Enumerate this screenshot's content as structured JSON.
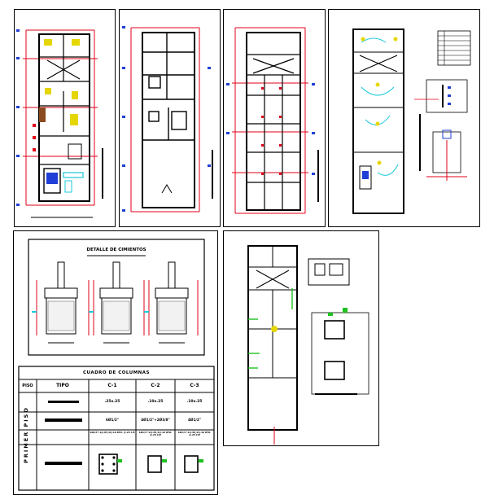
{
  "foundation_detail": {
    "title": "DETALLE DE CIMIENTOS"
  },
  "column_table": {
    "title": "CUADRO DE COLUMNAS",
    "header": {
      "floor": "PISO",
      "type": "TIPO",
      "c1": "C-1",
      "c2": "C-2",
      "c3": "C-3"
    },
    "section_row": {
      "c1": ".25x.25",
      "c2": ".10x.25",
      "c3": ".10x.25"
    },
    "steel_row": {
      "c1": "6Ø1/2\"",
      "c2": "4Ø1/2\"+2Ø3/8\"",
      "c3": "4Ø1/2\""
    },
    "stirrup_row": {
      "c1": "1Ø1/4\":1@.05,4@.10 RTO. @.25 C/E",
      "c2": "1Ø1/4\":1@.05,4@.10 RTO. @.25 C/E",
      "c3": "1Ø1/4\":1@.05,4@.10 RTO. @.25 C/E"
    },
    "floor_label": "PRIMER PISO"
  },
  "colors": {
    "red": "#e0001a",
    "blue": "#1f3fd6",
    "green": "#1fc21f",
    "cyan": "#18c8d8",
    "yellow": "#e6d600",
    "magenta": "#d400d4"
  }
}
